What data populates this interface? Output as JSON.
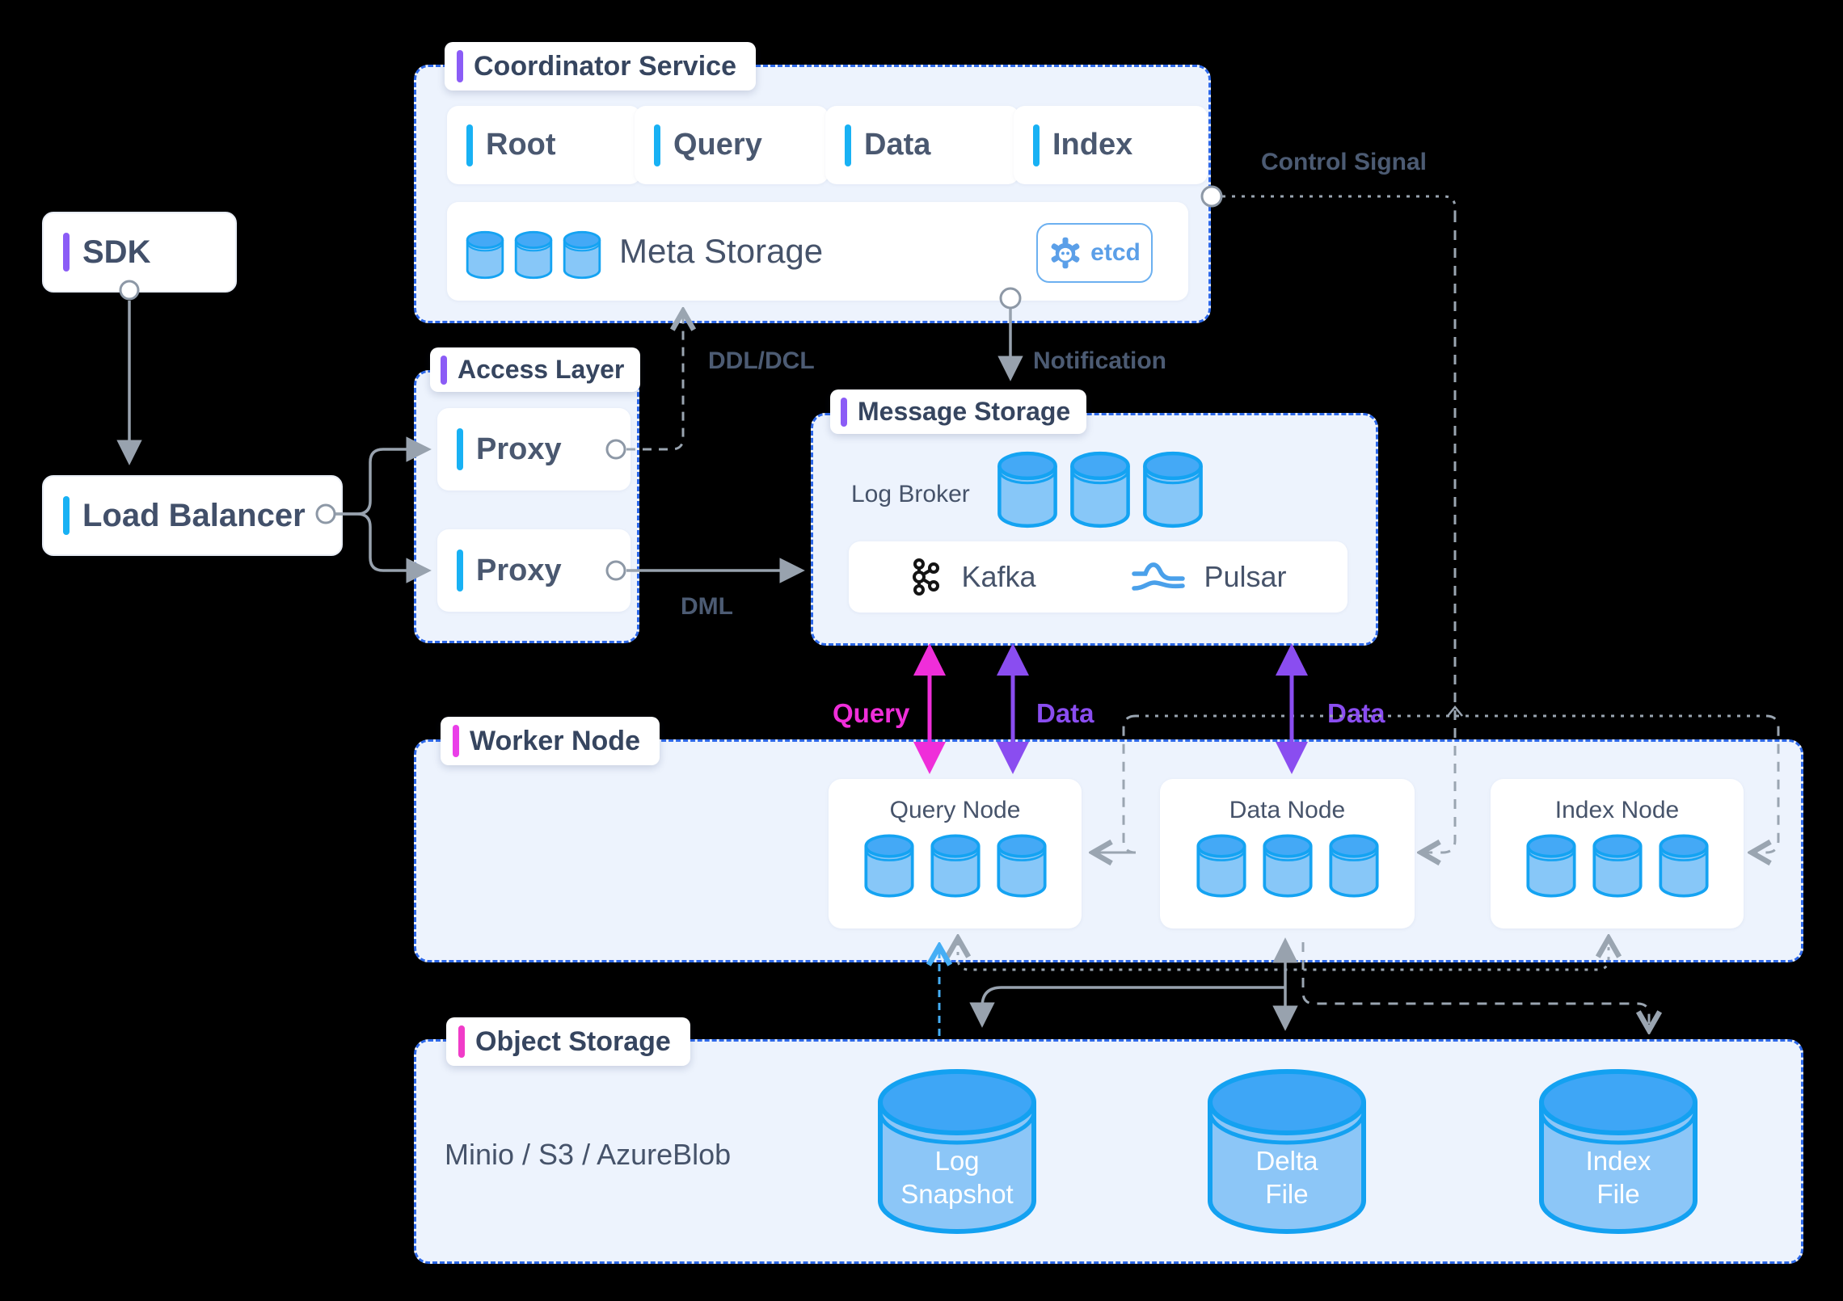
{
  "sdk": {
    "label": "SDK"
  },
  "load_balancer": {
    "label": "Load Balancer"
  },
  "coordinator": {
    "title": "Coordinator Service",
    "cards": [
      {
        "label": "Root"
      },
      {
        "label": "Query"
      },
      {
        "label": "Data"
      },
      {
        "label": "Index"
      }
    ],
    "meta": {
      "label": "Meta Storage",
      "badge": "etcd"
    }
  },
  "access": {
    "title": "Access Layer",
    "proxy1": "Proxy",
    "proxy2": "Proxy"
  },
  "message": {
    "title": "Message Storage",
    "log_broker": "Log Broker",
    "kafka": "Kafka",
    "pulsar": "Pulsar"
  },
  "worker": {
    "title": "Worker Node",
    "query_node": "Query Node",
    "data_node": "Data Node",
    "index_node": "Index Node"
  },
  "object": {
    "title": "Object Storage",
    "caption": "Minio / S3 / AzureBlob",
    "cyl1": {
      "line1": "Log",
      "line2": "Snapshot"
    },
    "cyl2": {
      "line1": "Delta",
      "line2": "File"
    },
    "cyl3": {
      "line1": "Index",
      "line2": "File"
    }
  },
  "edges": {
    "control": "Control Signal",
    "ddl": "DDL/DCL",
    "notification": "Notification",
    "dml": "DML",
    "query": "Query",
    "data_left": "Data",
    "data_right": "Data"
  },
  "colors": {
    "region_fill": "#edf3fd",
    "region_border": "#2d68e8",
    "accent_purple": "#8b5cf6",
    "accent_cyan": "#18b1f4",
    "accent_magenta": "#ea3fe8",
    "accent_pink": "#f03cc8",
    "connector_gray": "#98a2ae",
    "flow_magenta": "#ef2ed9",
    "flow_purple": "#8a4df0",
    "cylinder_outline": "#14a3f2",
    "cylinder_body": "#87c7f8",
    "cylinder_top": "#44a9f6",
    "etcd_blue": "#5b9fe8",
    "text_dark": "#36455f"
  }
}
